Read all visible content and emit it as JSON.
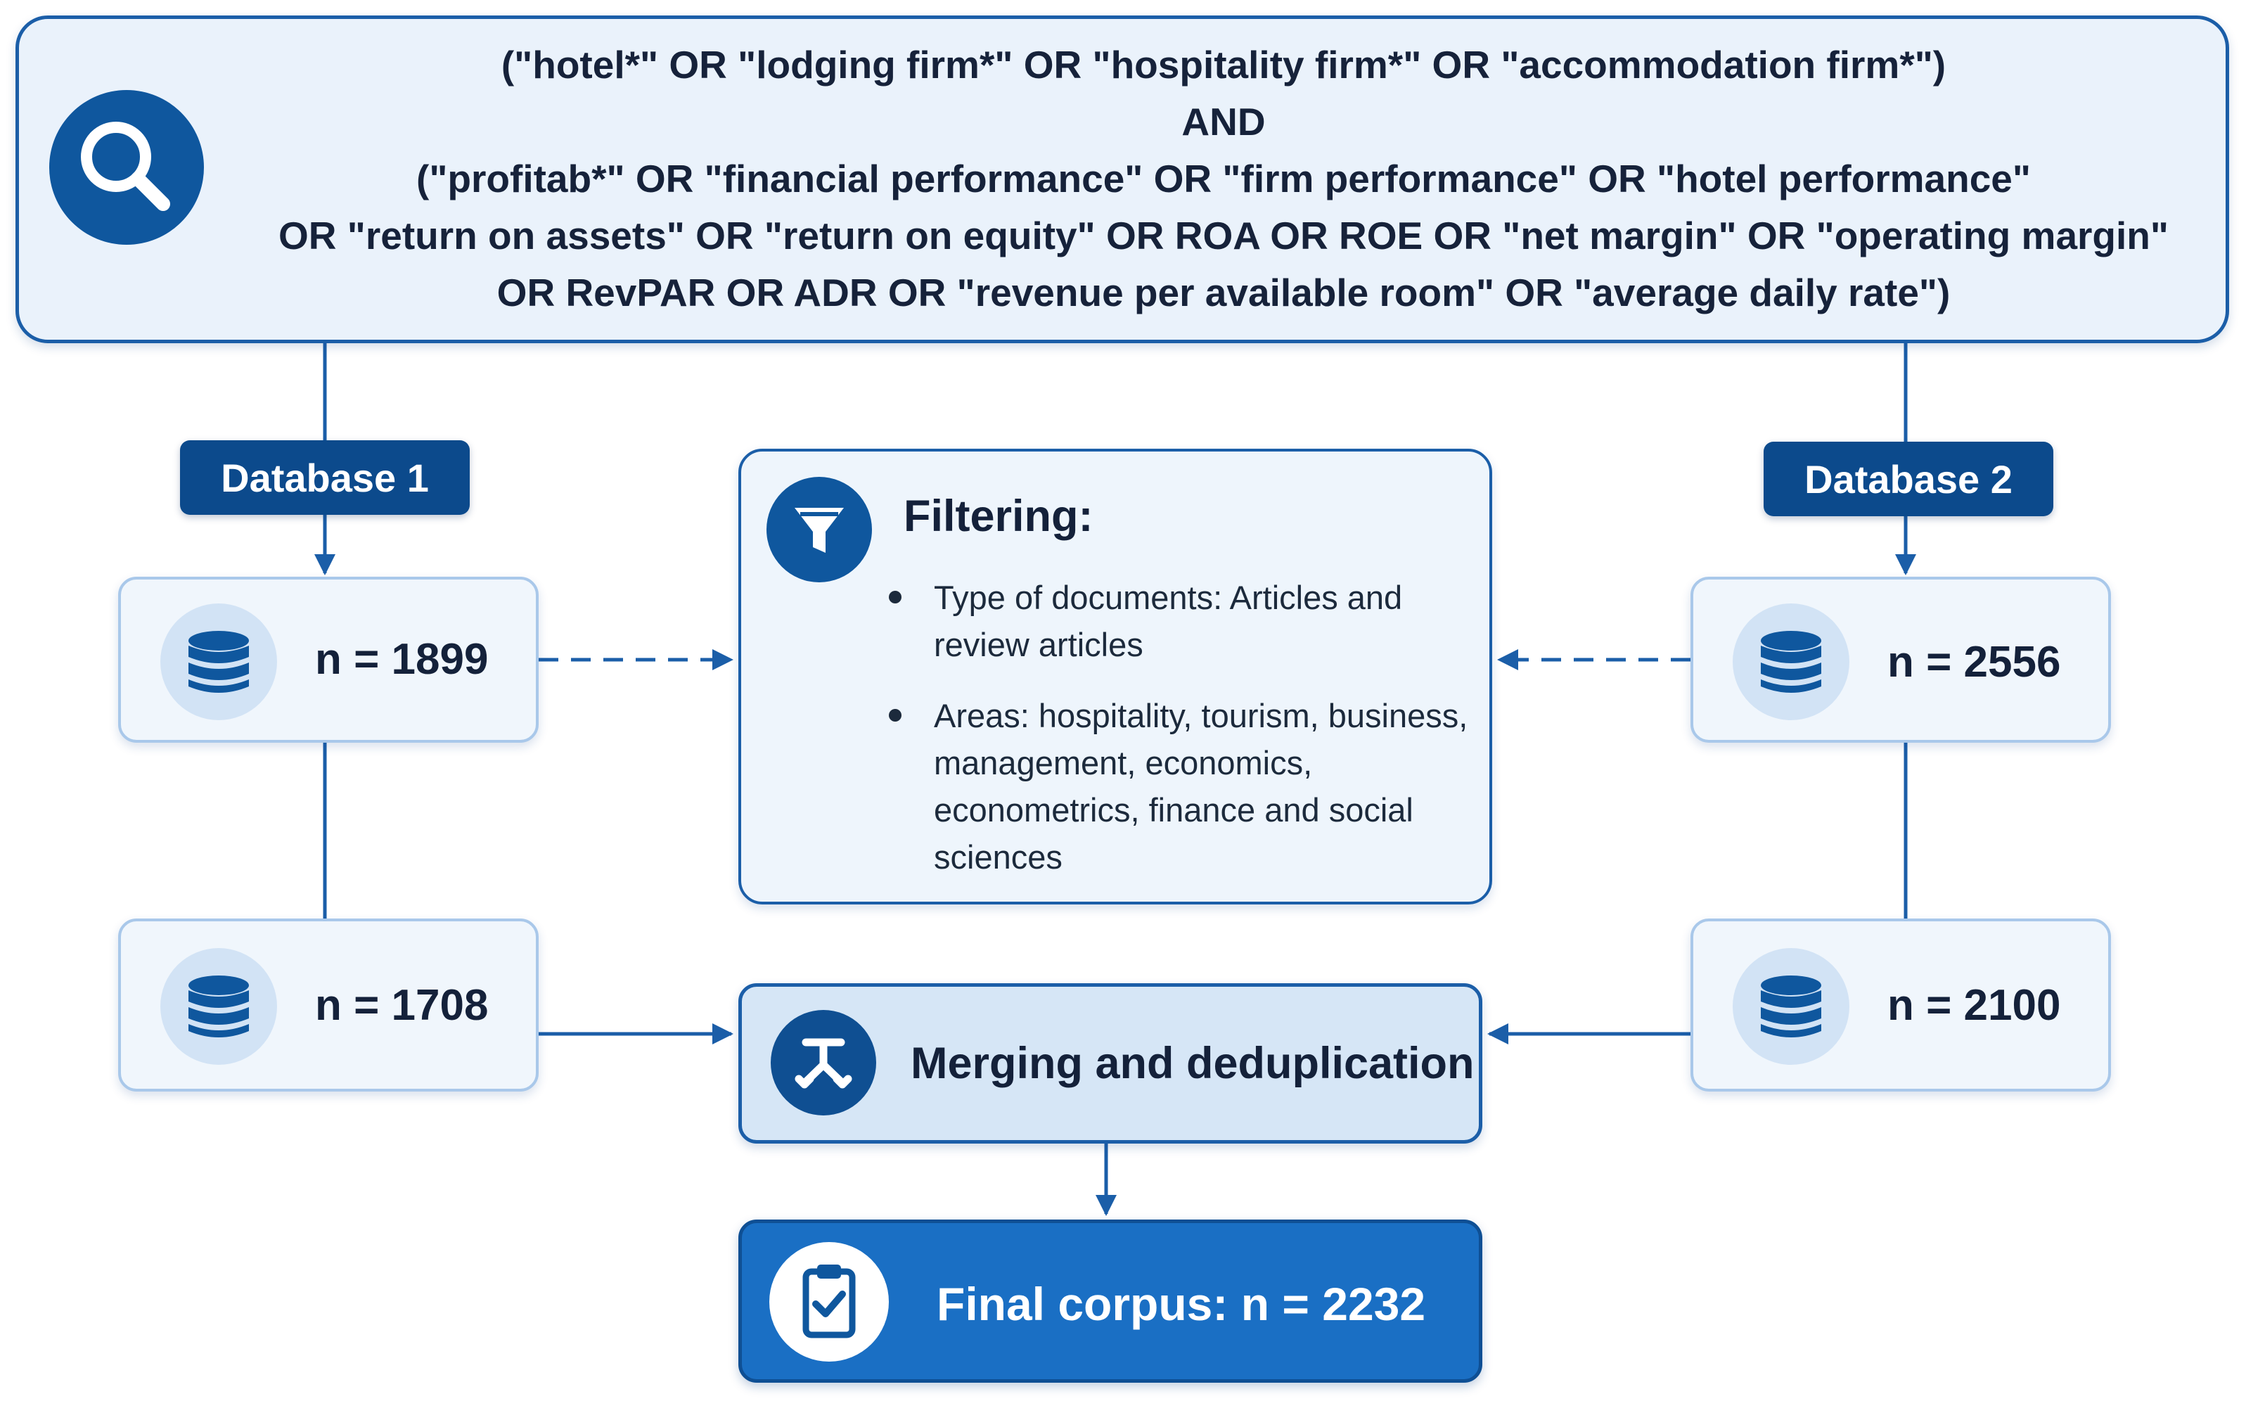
{
  "query": {
    "lines": [
      "(\"hotel*\" OR \"lodging firm*\" OR \"hospitality firm*\" OR \"accommodation firm*\")",
      "AND",
      "(\"profitab*\" OR \"financial performance\" OR \"firm performance\" OR \"hotel performance\"",
      "OR \"return on assets\" OR \"return on equity\" OR ROA OR ROE OR \"net margin\" OR \"operating margin\"",
      "OR RevPAR OR ADR OR \"revenue per available room\" OR \"average daily rate\")"
    ],
    "icon": "search-icon"
  },
  "databases": [
    {
      "label": "Database 1",
      "initial_count": "n = 1899",
      "filtered_count": "n = 1708"
    },
    {
      "label": "Database 2",
      "initial_count": "n = 2556",
      "filtered_count": "n = 2100"
    }
  ],
  "filtering": {
    "title": "Filtering:",
    "icon": "filter-icon",
    "bullets": [
      "Type of documents: Articles and review articles",
      "Areas: hospitality, tourism, business, management, economics, econometrics, finance and social sciences"
    ]
  },
  "merge": {
    "title": "Merging and deduplication",
    "icon": "merge-icon"
  },
  "final": {
    "title": "Final corpus: n = 2232",
    "icon": "clipboard-check-icon"
  },
  "colors": {
    "primary": "#0f579e",
    "dark": "#0c4a8c",
    "accent": "#1a6fc4",
    "light_fill": "#eaf2fb"
  }
}
